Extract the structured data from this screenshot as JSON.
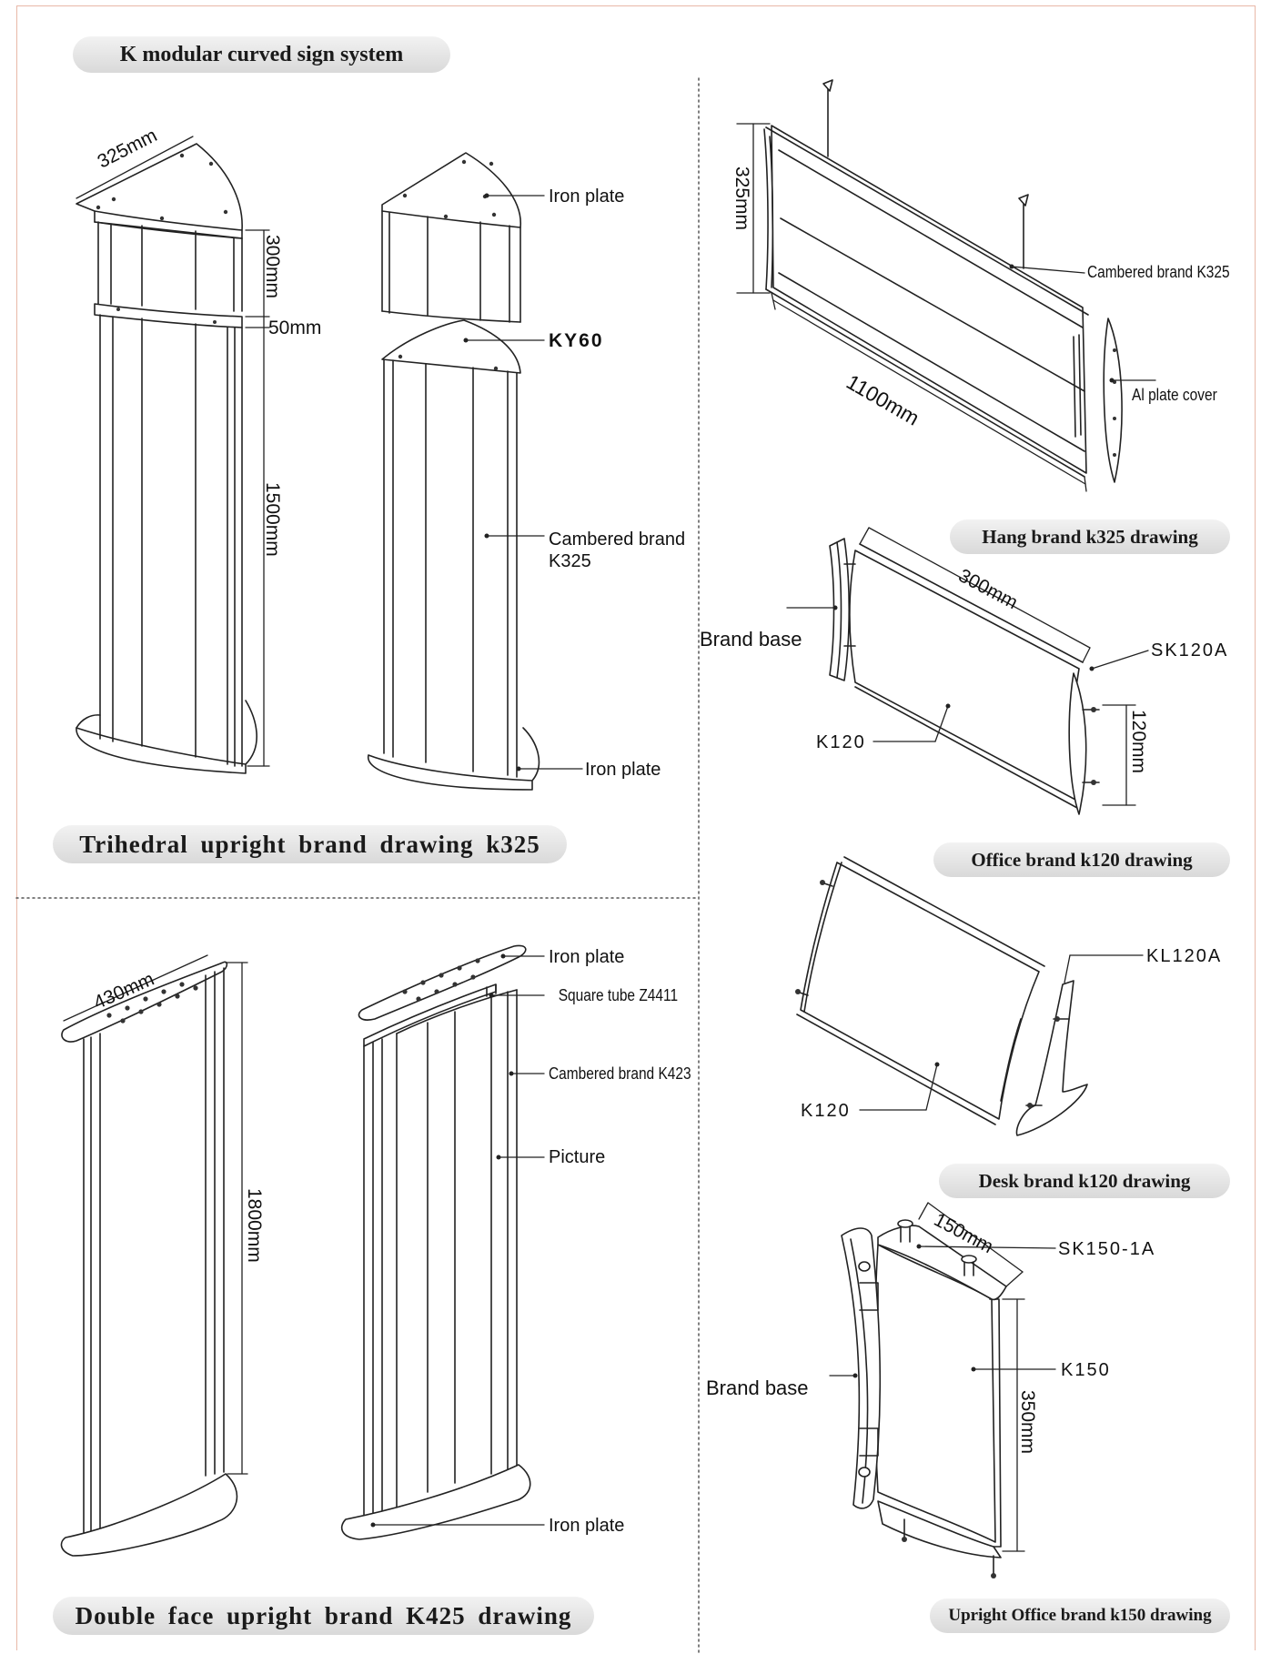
{
  "header": {
    "title": "K modular curved sign system"
  },
  "sections": {
    "trihedral": {
      "caption": "Trihedral upright brand drawing k325",
      "dim_width": "325mm",
      "dim_top": "300mm",
      "dim_gap": "50mm",
      "dim_height": "1500mm",
      "label_iron_plate_top": "Iron plate",
      "label_ky60": "KY60",
      "label_cambered": "Cambered brand\nK325",
      "label_iron_plate_bottom": "Iron plate"
    },
    "double_face": {
      "caption": "Double face upright brand K425 drawing",
      "dim_width": "430mm",
      "dim_height": "1800mm",
      "label_iron_plate_top": "Iron plate",
      "label_square_tube": "Square tube Z4411",
      "label_cambered": "Cambered brand K423",
      "label_picture": "Picture",
      "label_iron_plate_bottom": "Iron plate"
    },
    "hang": {
      "caption": "Hang brand k325 drawing",
      "dim_height": "325mm",
      "dim_length": "1100mm",
      "label_cambered": "Cambered brand K325",
      "label_cover": "Al plate cover"
    },
    "office": {
      "caption": "Office brand k120 drawing",
      "dim_length": "300mm",
      "dim_height": "120mm",
      "label_base": "Brand base",
      "label_part": "K120",
      "label_end": "SK120A"
    },
    "desk": {
      "caption": "Desk brand k120 drawing",
      "label_part": "K120",
      "label_stand": "KL120A"
    },
    "upright_office": {
      "caption": "Upright Office  brand k150 drawing",
      "dim_width": "150mm",
      "dim_height": "350mm",
      "label_end": "SK150-1A",
      "label_part": "K150",
      "label_base": "Brand base"
    }
  }
}
